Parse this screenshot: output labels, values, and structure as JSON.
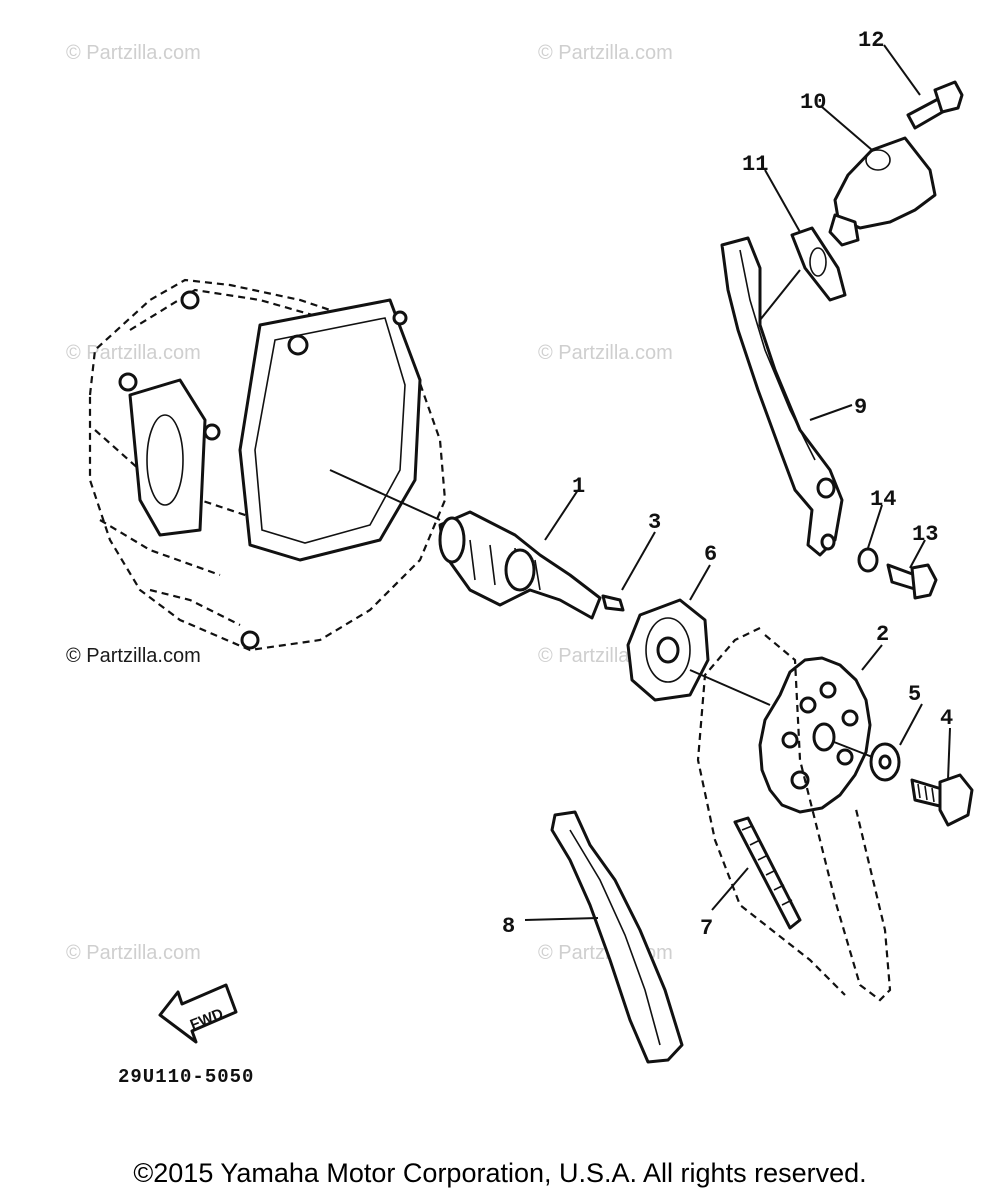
{
  "diagram": {
    "callouts": [
      "1",
      "2",
      "3",
      "4",
      "5",
      "6",
      "7",
      "8",
      "9",
      "10",
      "11",
      "12",
      "13",
      "14"
    ],
    "arrow_label": "FWD",
    "part_code": "29U110-5050"
  },
  "watermarks": {
    "text": "© Partzilla.com"
  },
  "footer": {
    "copyright": "©2015 Yamaha Motor Corporation, U.S.A. All rights reserved."
  }
}
